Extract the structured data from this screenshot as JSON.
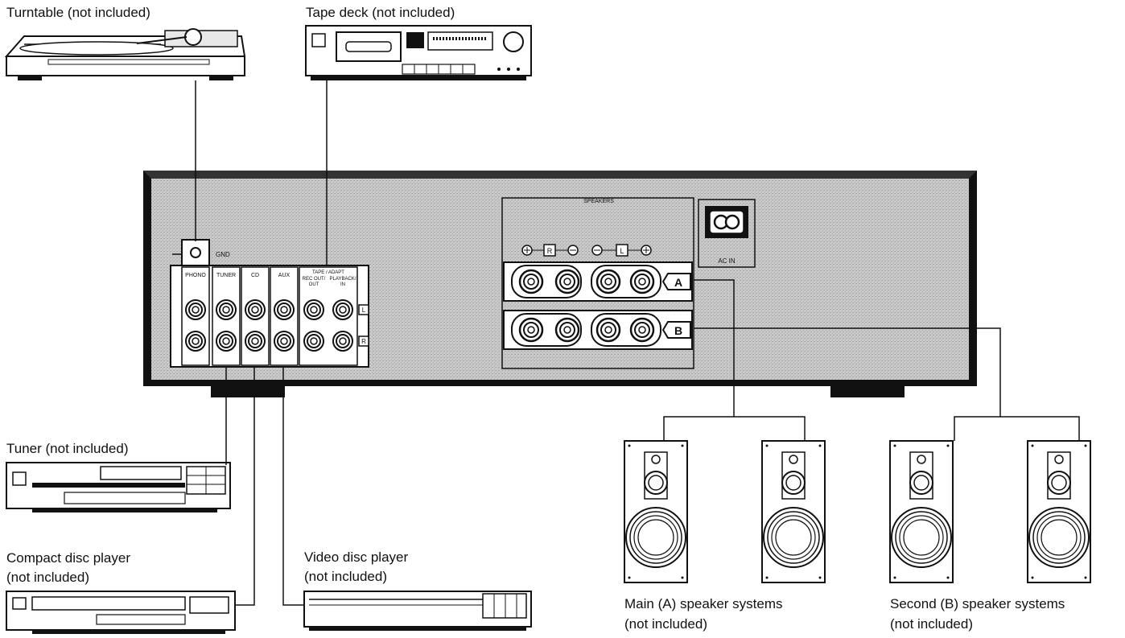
{
  "labels": {
    "turntable": "Turntable (not included)",
    "tape_deck": "Tape deck (not included)",
    "tuner": "Tuner (not included)",
    "cd_line1": "Compact disc player",
    "cd_line2": "(not included)",
    "vd_line1": "Video disc player",
    "vd_line2": "(not included)",
    "main_line1": "Main (A) speaker systems",
    "main_line2": "(not included)",
    "second_line1": "Second (B) speaker systems",
    "second_line2": "(not included)"
  },
  "panel": {
    "gnd": "GND",
    "phono": "PHONO",
    "tuner": "TUNER",
    "cd": "CD",
    "aux": "AUX",
    "tape_title": "TAPE / ADAPT",
    "rec_out": "REC OUT/",
    "out": "OUT",
    "playback": "PLAYBACK/",
    "in": "IN",
    "ch_l": "L",
    "ch_r": "R",
    "speakers": "SPEAKERS",
    "spk_r": "R",
    "spk_l": "L",
    "spk_a": "A",
    "spk_b": "B",
    "ac_in": "AC IN"
  }
}
